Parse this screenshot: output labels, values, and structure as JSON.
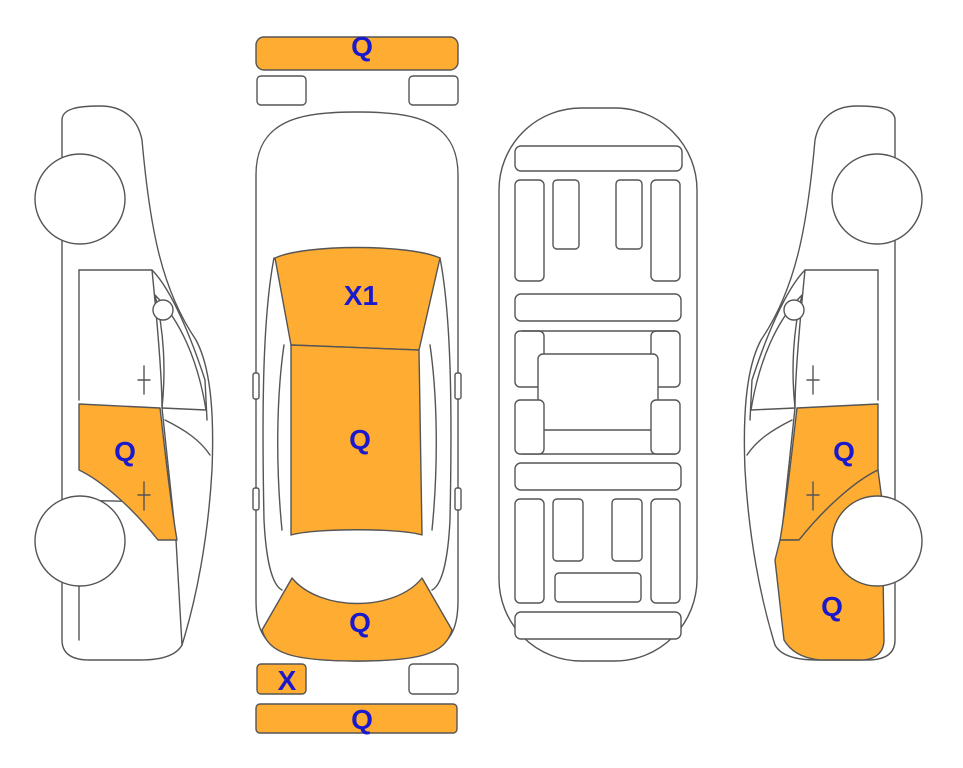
{
  "colors": {
    "damage_fill": "#ffac32",
    "label_text": "#1a1acc",
    "outline": "#555555"
  },
  "labels": {
    "front_bumper": "Q",
    "bonnet": "X1",
    "roof": "Q",
    "boot_lid": "Q",
    "rear_light_left": "X",
    "rear_bumper": "Q",
    "left_rear_door": "Q",
    "right_rear_door": "Q",
    "right_rear_quarter": "Q"
  }
}
